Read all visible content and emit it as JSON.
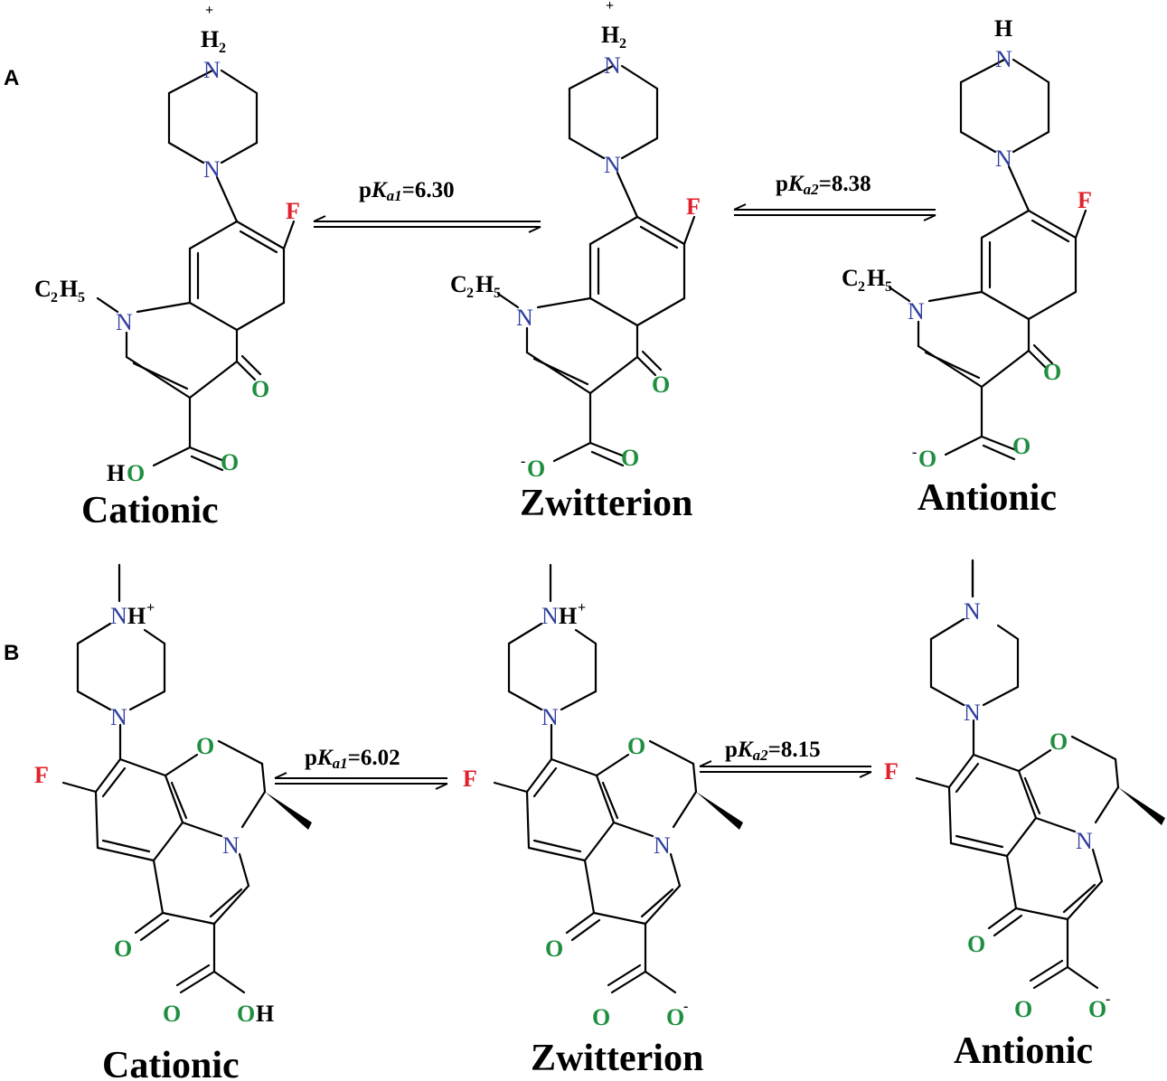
{
  "panels": {
    "a": {
      "label": "A",
      "species": [
        "Cationic",
        "Zwitterion",
        "Antionic"
      ],
      "pka1": {
        "prefix": "p",
        "k": "K",
        "sub": "a1",
        "value": "=6.30"
      },
      "pka2": {
        "prefix": "p",
        "k": "K",
        "sub": "a2",
        "value": "=8.38"
      }
    },
    "b": {
      "label": "B",
      "species": [
        "Cationic",
        "Zwitterion",
        "Antionic"
      ],
      "pka1": {
        "prefix": "p",
        "k": "K",
        "sub": "a1",
        "value": "=6.02"
      },
      "pka2": {
        "prefix": "p",
        "k": "K",
        "sub": "a2",
        "value": "=8.15"
      }
    }
  },
  "atoms": {
    "N": "N",
    "H": "H",
    "H2": "H",
    "two": "2",
    "plus": "+",
    "F": "F",
    "O": "O",
    "OH": "OH",
    "HO_H": "H",
    "minus": "-",
    "C": "C",
    "five": "5"
  },
  "colors": {
    "nitrogen": "#2f3e9e",
    "oxygen": "#1f8f3f",
    "fluorine": "#e0202a"
  }
}
